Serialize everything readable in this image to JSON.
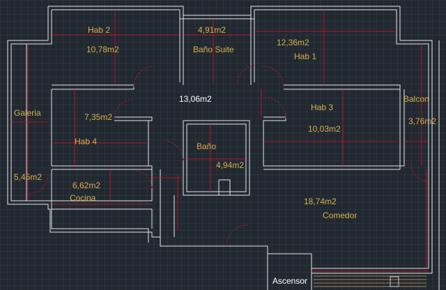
{
  "colors": {
    "background": "#212830",
    "wall": "#e8e8e8",
    "dimension": "#e0102e",
    "door_arc": "#c81030",
    "room_label": "#d8b04a",
    "highlight_label": "#ffffff"
  },
  "rooms": {
    "hab2": {
      "name": "Hab 2",
      "area": "10,78m2"
    },
    "bano_suite": {
      "name": "Baño Suite",
      "area": "4,91m2"
    },
    "hab1": {
      "name": "Hab 1",
      "area": "12,36m2"
    },
    "galeria": {
      "name": "Galeria",
      "area": "5,45m2"
    },
    "hab4": {
      "name": "Hab 4",
      "area": "7,35m2"
    },
    "pasillo": {
      "area": "13,06m2"
    },
    "hab3": {
      "name": "Hab 3",
      "area": "10,03m2"
    },
    "balcon": {
      "name": "Balcon",
      "area": "3,76m2"
    },
    "bano": {
      "name": "Baño",
      "area": "4,94m2"
    },
    "cocina": {
      "name": "Cocina",
      "area": "6,62m2"
    },
    "comedor": {
      "name": "Comedor",
      "area": "18,74m2"
    },
    "ascensor": {
      "name": "Ascensor"
    }
  }
}
